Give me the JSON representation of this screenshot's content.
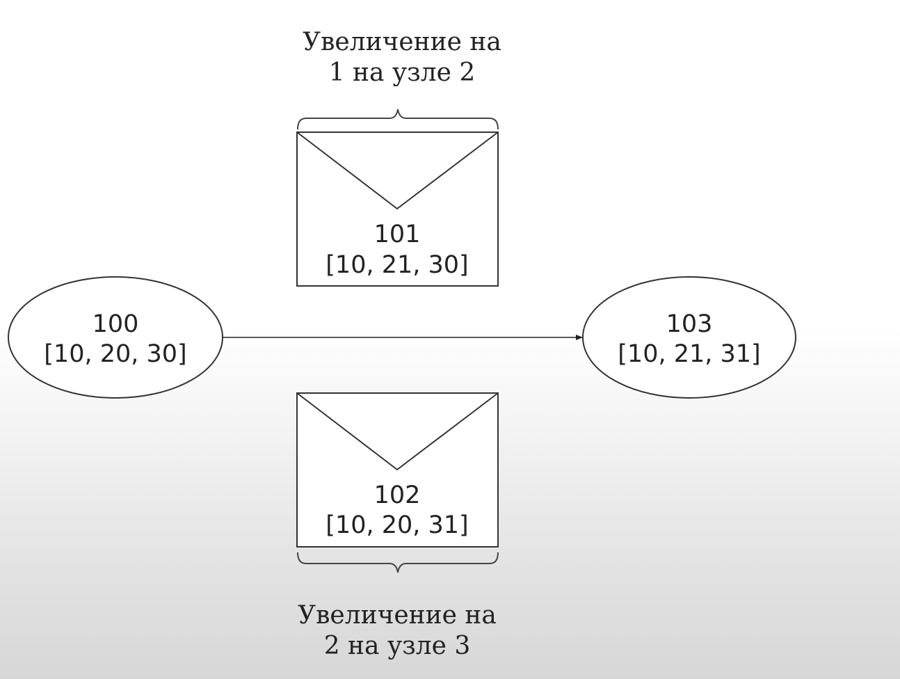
{
  "nodes": {
    "start": {
      "id": "100",
      "vector": "[10, 20, 30]"
    },
    "end": {
      "id": "103",
      "vector": "[10, 21, 31]"
    }
  },
  "messages": {
    "top": {
      "id": "101",
      "vector": "[10, 21, 30]",
      "annotation_line1": "Увеличение на",
      "annotation_line2": "1 на узле 2"
    },
    "bottom": {
      "id": "102",
      "vector": "[10, 20, 31]",
      "annotation_line1": "Увеличение на",
      "annotation_line2": "2 на узле 3"
    }
  },
  "edges": [
    {
      "from": "100",
      "to": "103"
    }
  ],
  "icons": [
    "envelope-icon",
    "brace-icon",
    "arrow-icon"
  ],
  "colors": {
    "stroke": "#333333",
    "text": "#222222",
    "background_top": "#ffffff",
    "background_bottom": "#d7d7d7"
  }
}
